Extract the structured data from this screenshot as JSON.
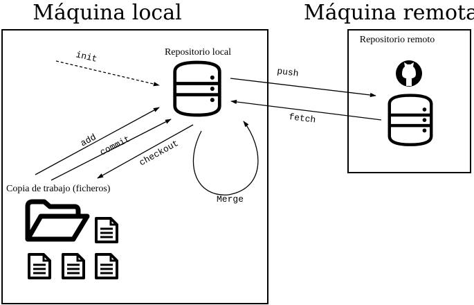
{
  "titles": {
    "local": "Máquina local",
    "remote": "Máquina remota"
  },
  "labels": {
    "local_repo": "Repositorio local",
    "remote_repo": "Repositorio remoto",
    "working_copy": "Copia de trabajo (ficheros)"
  },
  "commands": {
    "init": "init",
    "push": "push",
    "fetch": "fetch",
    "add": "add",
    "commit": "commit",
    "checkout": "checkout",
    "merge": "Merge"
  },
  "icons": {
    "local_repo": "database-icon",
    "remote_repo": "database-icon",
    "remote_host": "github-icon",
    "folder": "folder-open-icon",
    "file": "document-icon"
  },
  "colors": {
    "stroke": "#000000",
    "fill": "#ffffff"
  }
}
